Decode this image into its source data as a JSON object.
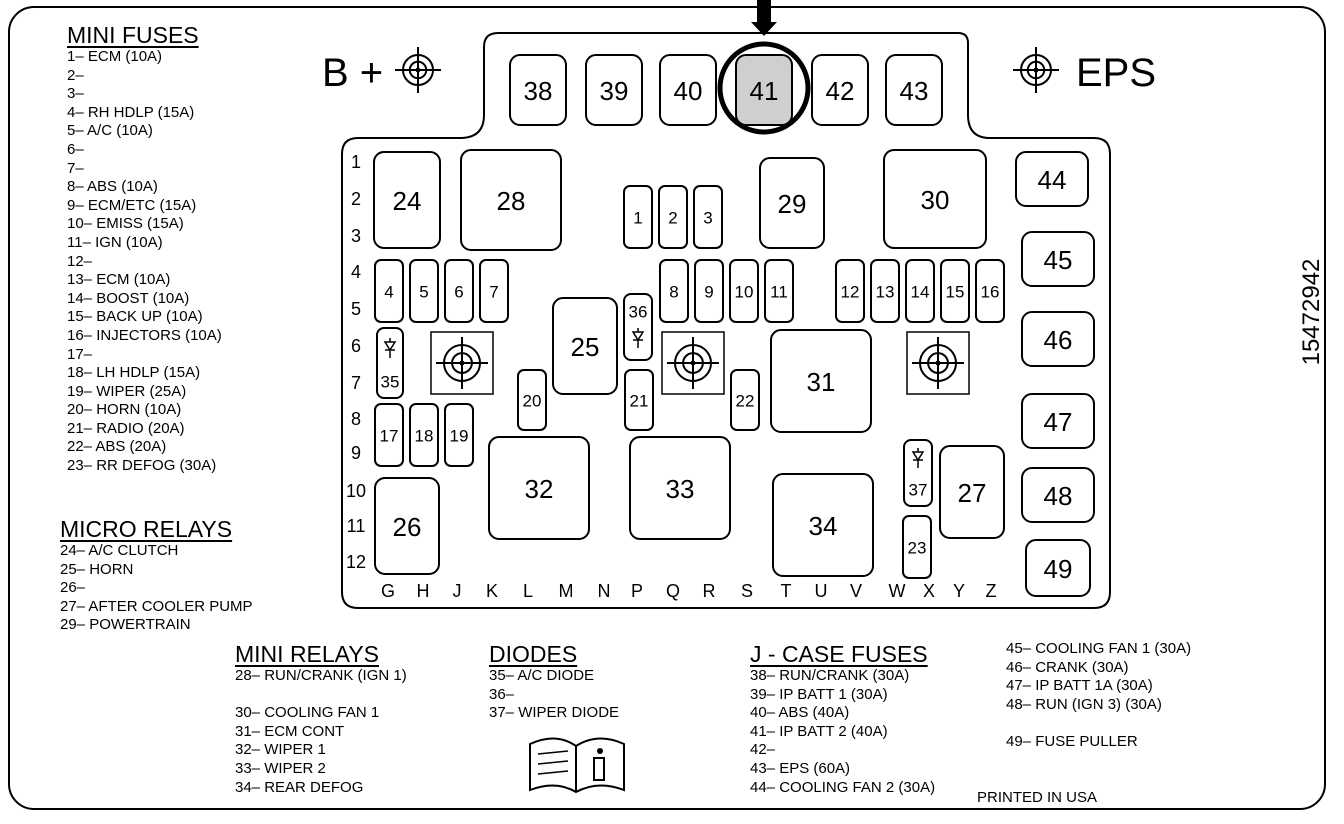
{
  "labels": {
    "b_plus": "B +",
    "eps": "EPS",
    "part_number": "15472942",
    "printed": "PRINTED IN USA"
  },
  "mini_fuses": {
    "title": "MINI FUSES",
    "items": [
      "1– ECM (10A)",
      "2–",
      "3–",
      "4– RH HDLP (15A)",
      "5– A/C (10A)",
      "6–",
      "7–",
      "8– ABS (10A)",
      "9– ECM/ETC (15A)",
      "10– EMISS (15A)",
      "11– IGN (10A)",
      "12–",
      "13– ECM (10A)",
      "14– BOOST (10A)",
      "15– BACK UP (10A)",
      "16– INJECTORS (10A)",
      "17–",
      "18– LH HDLP (15A)",
      "19– WIPER (25A)",
      "20– HORN (10A)",
      "21– RADIO (20A)",
      "22– ABS (20A)",
      "23– RR DEFOG (30A)"
    ]
  },
  "micro_relays": {
    "title": "MICRO RELAYS",
    "items": [
      "24– A/C CLUTCH",
      "25– HORN",
      "26–",
      "27– AFTER COOLER PUMP",
      "29– POWERTRAIN"
    ]
  },
  "mini_relays": {
    "title": "MINI RELAYS",
    "items": [
      "28– RUN/CRANK (IGN 1)",
      "30– COOLING FAN 1",
      "31– ECM CONT",
      "32– WIPER 1",
      "33– WIPER 2",
      "34– REAR DEFOG"
    ]
  },
  "diodes": {
    "title": "DIODES",
    "items": [
      "35– A/C DIODE",
      "36–",
      "37– WIPER DIODE"
    ]
  },
  "j_case_fuses": {
    "title": "J - CASE FUSES",
    "items": [
      "38– RUN/CRANK (30A)",
      "39– IP BATT 1 (30A)",
      "40– ABS (40A)",
      "41– IP BATT 2 (40A)",
      "42–",
      "43– EPS (60A)",
      "44– COOLING FAN 2 (30A)"
    ]
  },
  "j_case_fuses_2": {
    "items": [
      "45– COOLING FAN 1 (30A)",
      "46– CRANK (30A)",
      "47– IP BATT 1A (30A)",
      "48– RUN (IGN 3) (30A)",
      "49– FUSE PULLER"
    ]
  },
  "row_labels": [
    "1",
    "2",
    "3",
    "4",
    "5",
    "6",
    "7",
    "8",
    "9",
    "10",
    "11",
    "12"
  ],
  "column_labels": [
    "G",
    "H",
    "J",
    "K",
    "L",
    "M",
    "N",
    "P",
    "Q",
    "R",
    "S",
    "T",
    "U",
    "V",
    "W",
    "X",
    "Y",
    "Z"
  ],
  "components": [
    {
      "id": "38",
      "kind": "jcase"
    },
    {
      "id": "39",
      "kind": "jcase"
    },
    {
      "id": "40",
      "kind": "jcase"
    },
    {
      "id": "41",
      "kind": "jcase-highlight"
    },
    {
      "id": "42",
      "kind": "jcase"
    },
    {
      "id": "43",
      "kind": "jcase"
    },
    {
      "id": "44",
      "kind": "jcase"
    },
    {
      "id": "45",
      "kind": "jcase"
    },
    {
      "id": "46",
      "kind": "jcase"
    },
    {
      "id": "47",
      "kind": "jcase"
    },
    {
      "id": "48",
      "kind": "jcase"
    },
    {
      "id": "49",
      "kind": "jcase"
    },
    {
      "id": "24",
      "kind": "relay"
    },
    {
      "id": "28",
      "kind": "relay"
    },
    {
      "id": "29",
      "kind": "relay"
    },
    {
      "id": "30",
      "kind": "relay"
    },
    {
      "id": "25",
      "kind": "relay"
    },
    {
      "id": "31",
      "kind": "relay"
    },
    {
      "id": "32",
      "kind": "relay"
    },
    {
      "id": "33",
      "kind": "relay"
    },
    {
      "id": "34",
      "kind": "relay"
    },
    {
      "id": "26",
      "kind": "relay"
    },
    {
      "id": "27",
      "kind": "relay"
    },
    {
      "id": "1",
      "kind": "fuse"
    },
    {
      "id": "2",
      "kind": "fuse"
    },
    {
      "id": "3",
      "kind": "fuse"
    },
    {
      "id": "4",
      "kind": "fuse"
    },
    {
      "id": "5",
      "kind": "fuse"
    },
    {
      "id": "6",
      "kind": "fuse"
    },
    {
      "id": "7",
      "kind": "fuse"
    },
    {
      "id": "8",
      "kind": "fuse"
    },
    {
      "id": "9",
      "kind": "fuse"
    },
    {
      "id": "10",
      "kind": "fuse"
    },
    {
      "id": "11",
      "kind": "fuse"
    },
    {
      "id": "12",
      "kind": "fuse"
    },
    {
      "id": "13",
      "kind": "fuse"
    },
    {
      "id": "14",
      "kind": "fuse"
    },
    {
      "id": "15",
      "kind": "fuse"
    },
    {
      "id": "16",
      "kind": "fuse"
    },
    {
      "id": "17",
      "kind": "fuse"
    },
    {
      "id": "18",
      "kind": "fuse"
    },
    {
      "id": "19",
      "kind": "fuse"
    },
    {
      "id": "20",
      "kind": "fuse"
    },
    {
      "id": "21",
      "kind": "fuse"
    },
    {
      "id": "22",
      "kind": "fuse"
    },
    {
      "id": "23",
      "kind": "fuse"
    },
    {
      "id": "35",
      "kind": "diode"
    },
    {
      "id": "36",
      "kind": "diode"
    },
    {
      "id": "37",
      "kind": "diode"
    }
  ],
  "icons": {
    "stud": "crosshair-stud-icon",
    "manual": "info-manual-icon",
    "pointer": "down-arrow-icon"
  }
}
